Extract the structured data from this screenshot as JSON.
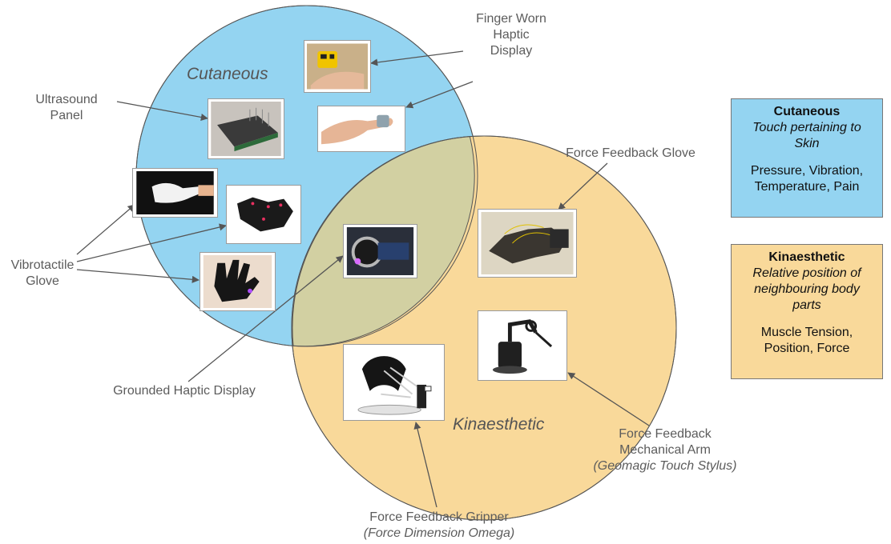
{
  "circles": {
    "cutaneous_title": "Cutaneous",
    "kinaesthetic_title": "Kinaesthetic",
    "cutaneous_color": "#94d4f1",
    "kinaesthetic_color": "#f9d99a"
  },
  "labels": {
    "finger_worn": [
      "Finger Worn",
      "Haptic",
      "Display"
    ],
    "ultrasound": [
      "Ultrasound",
      "Panel"
    ],
    "vibrotactile": [
      "Vibrotactile",
      "Glove"
    ],
    "grounded": "Grounded Haptic Display",
    "ff_glove": "Force Feedback Glove",
    "ff_arm": [
      "Force Feedback",
      "Mechanical Arm",
      "(Geomagic Touch Stylus)"
    ],
    "ff_gripper": [
      "Force Feedback Gripper",
      "(Force Dimension Omega)"
    ]
  },
  "legend": {
    "cutaneous": {
      "title": "Cutaneous",
      "subtitle": [
        "Touch pertaining to",
        "Skin"
      ],
      "examples": [
        "Pressure, Vibration,",
        "Temperature, Pain"
      ],
      "color": "#94d4f1"
    },
    "kinaesthetic": {
      "title": "Kinaesthetic",
      "subtitle": [
        "Relative position of",
        "neighbouring body",
        "parts"
      ],
      "examples": [
        "Muscle Tension,",
        "Position, Force"
      ],
      "color": "#f9d99a"
    }
  }
}
